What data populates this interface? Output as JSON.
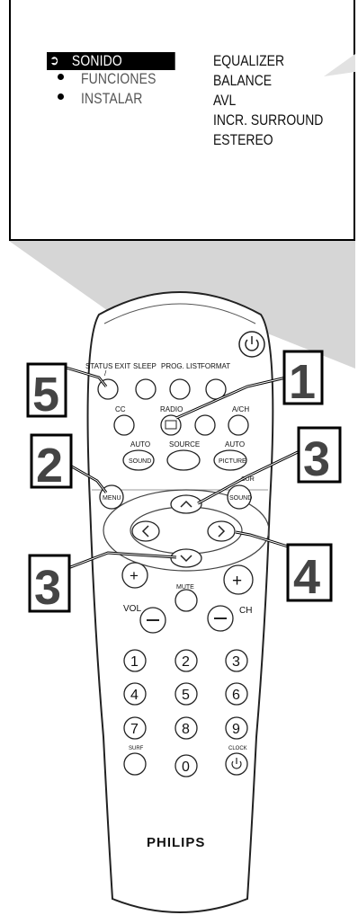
{
  "tv_menu": {
    "items": [
      {
        "label": "SONIDO",
        "selected": true
      },
      {
        "label": "FUNCIONES",
        "selected": false
      },
      {
        "label": "INSTALAR",
        "selected": false
      }
    ],
    "submenu": [
      "EQUALIZER",
      "BALANCE",
      "AVL",
      "INCR. SURROUND",
      "ESTEREO"
    ]
  },
  "remote": {
    "brand": "PHILIPS",
    "top_labels": [
      "STATUS EXIT",
      "SLEEP",
      "PROG. LIST",
      "FORMAT"
    ],
    "row2_labels": [
      "CC",
      "RADIO",
      "A/CH"
    ],
    "row3_labels": [
      "AUTO",
      "SOURCE",
      "AUTO"
    ],
    "buttons": {
      "auto_sound": "SOUND",
      "auto_picture": "PICTURE",
      "menu": "MENU",
      "sound": "SOUND",
      "surf_small": "SUR",
      "mute": "MUTE",
      "vol": "VOL",
      "ch": "CH",
      "surf": "SURF",
      "clock": "CLOCK"
    },
    "digits": [
      "1",
      "2",
      "3",
      "4",
      "5",
      "6",
      "7",
      "8",
      "9",
      "0"
    ]
  },
  "callouts": [
    "1",
    "2",
    "3",
    "3",
    "4",
    "5"
  ]
}
